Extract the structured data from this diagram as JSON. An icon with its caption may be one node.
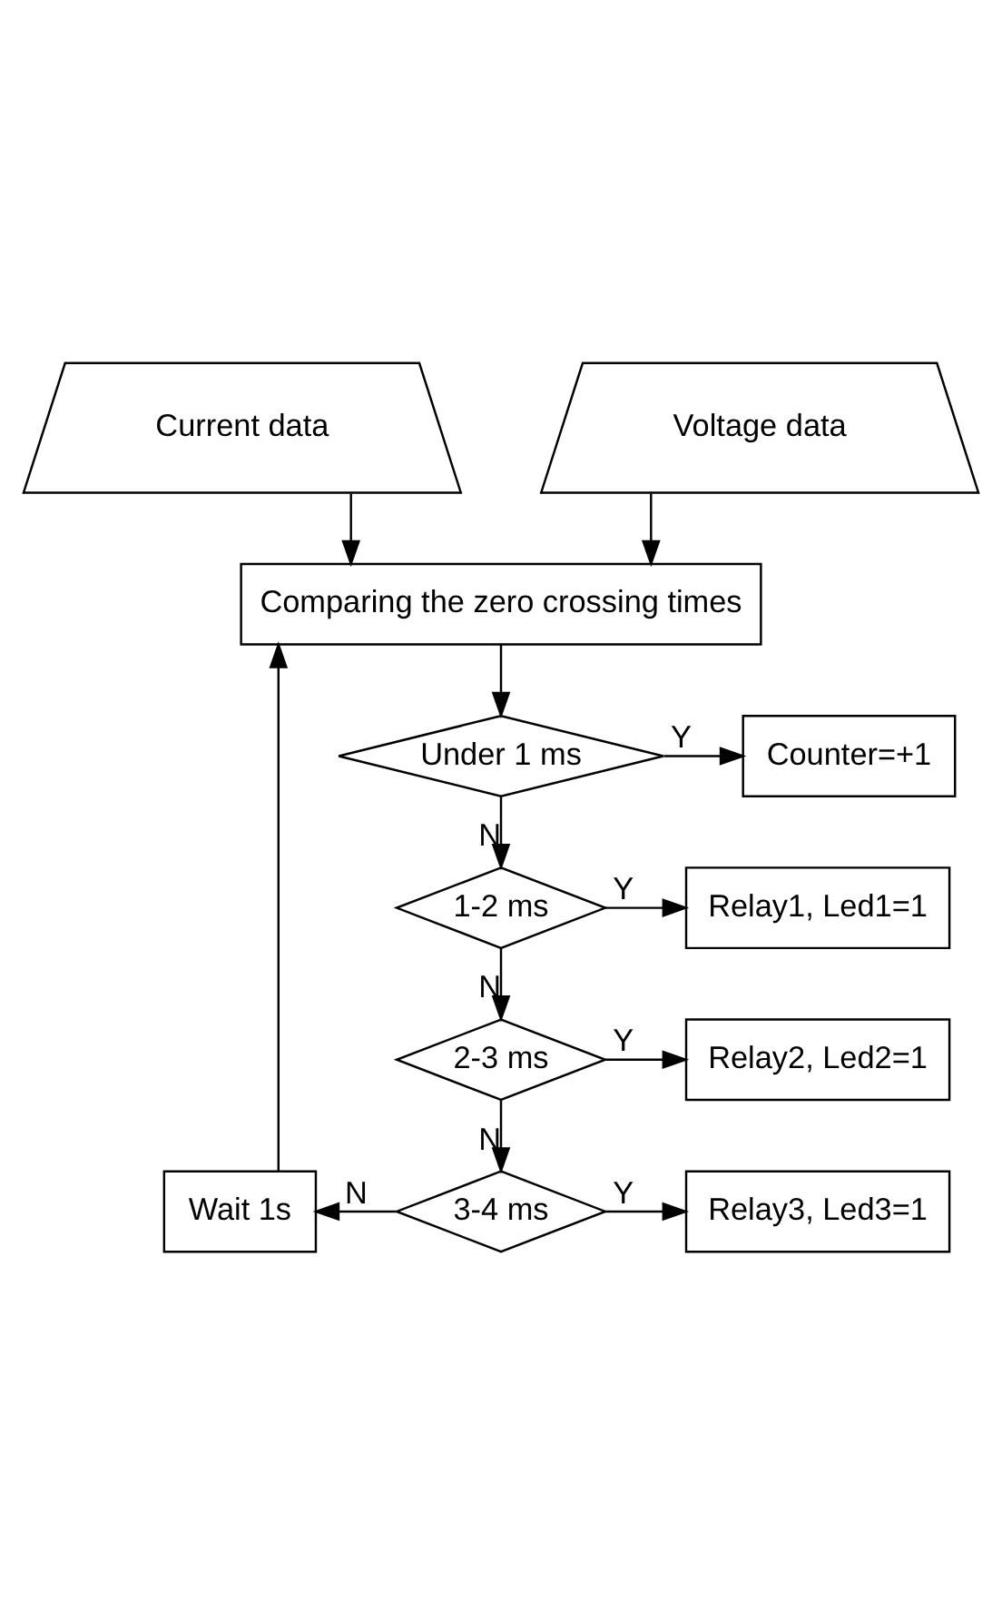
{
  "diagram": {
    "nodes": [
      {
        "text": [
          "Current data"
        ]
      },
      {
        "text": [
          "Voltage data"
        ]
      },
      {
        "text": [
          "Comparing the zero crossing times"
        ]
      },
      {
        "text": [
          "Under 1 ms"
        ]
      },
      {
        "text": [
          "Counter=+1"
        ]
      },
      {
        "text": [
          "1-2 ms"
        ]
      },
      {
        "text": [
          "Relay1, Led1=1"
        ]
      },
      {
        "text": [
          "2-3 ms"
        ]
      },
      {
        "text": [
          "Relay2, Led2=1"
        ]
      },
      {
        "text": [
          "3-4 ms"
        ]
      },
      {
        "text": [
          "Relay3, Led3=1"
        ]
      },
      {
        "text": [
          "Wait 1s"
        ]
      }
    ],
    "edges": [
      {
        "from": 0,
        "to": 2,
        "arrow": "to"
      },
      {
        "from": 1,
        "to": 2,
        "arrow": "to"
      },
      {
        "from": 2,
        "to": 3,
        "arrow": "to"
      },
      {
        "from": 3,
        "to": 4,
        "arrow": "to",
        "label": "Y"
      },
      {
        "from": 3,
        "to": 5,
        "arrow": "to",
        "label": "N"
      },
      {
        "from": 5,
        "to": 6,
        "arrow": "to",
        "label": "Y"
      },
      {
        "from": 5,
        "to": 7,
        "arrow": "to",
        "label": "N"
      },
      {
        "from": 7,
        "to": 8,
        "arrow": "to",
        "label": "Y"
      },
      {
        "from": 7,
        "to": 9,
        "arrow": "to",
        "label": "N"
      },
      {
        "from": 9,
        "to": 10,
        "arrow": "to",
        "label": "Y"
      },
      {
        "from": 9,
        "to": 11,
        "arrow": "to",
        "label": "N"
      },
      {
        "from": 11,
        "to": 2,
        "arrow": "to"
      }
    ]
  }
}
